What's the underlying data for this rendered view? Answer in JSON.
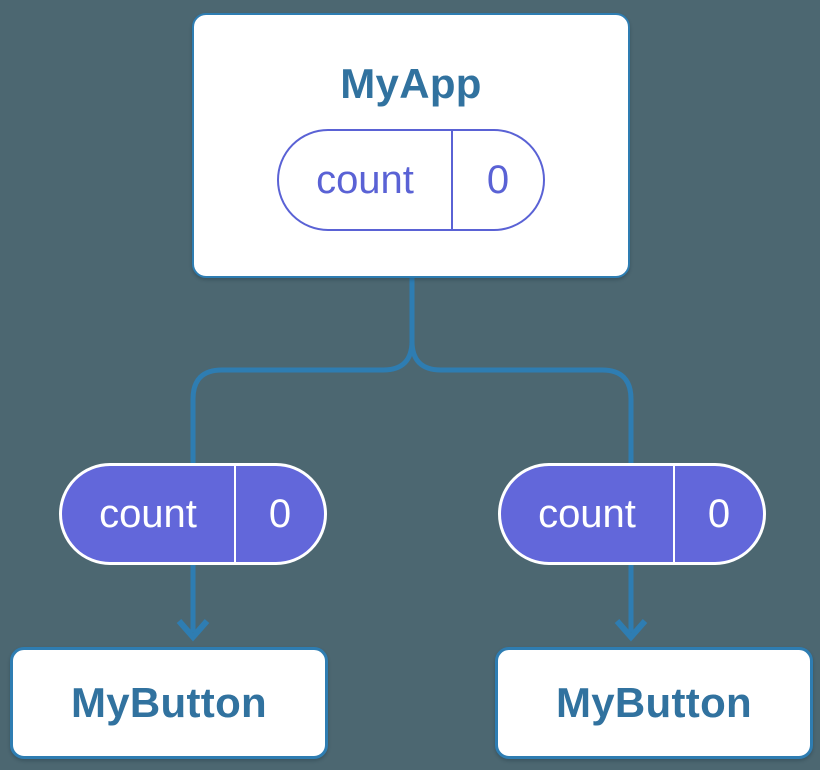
{
  "colors": {
    "background": "#4C6771",
    "connector": "#2E7DB2",
    "card_background": "#FFFFFF",
    "card_border": "#2E7DB2",
    "title_text": "#31729F",
    "state_outline": "#5A62D5",
    "state_fill": "#6267DA",
    "state_text_on_fill": "#FFFFFF"
  },
  "diagram": {
    "root": {
      "title": "MyApp",
      "state": {
        "name": "count",
        "value": "0"
      }
    },
    "children": [
      {
        "title": "MyButton",
        "state": {
          "name": "count",
          "value": "0"
        }
      },
      {
        "title": "MyButton",
        "state": {
          "name": "count",
          "value": "0"
        }
      }
    ]
  }
}
